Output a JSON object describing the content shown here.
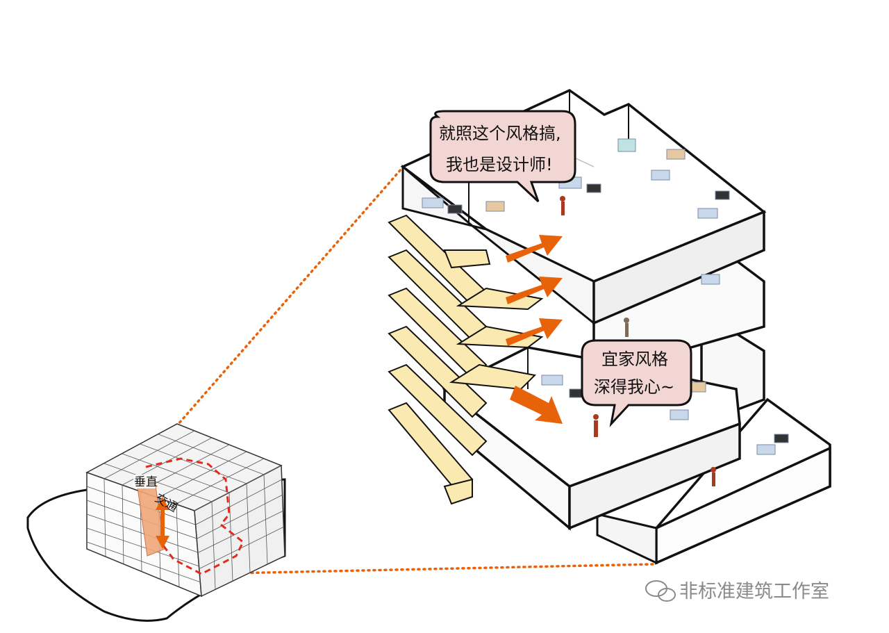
{
  "bubbles": {
    "top": {
      "line1": "就照这个风格搞,",
      "line2": "我也是设计师!"
    },
    "bottom": {
      "line1": "宜家风格",
      "line2": "深得我心~"
    }
  },
  "small_model": {
    "label_line1": "垂直",
    "label_line2": "交通"
  },
  "watermark": {
    "text": "非标准建筑工作室",
    "icon": "wechat-icon"
  },
  "colors": {
    "accent_orange": "#e8620a",
    "stair_yellow": "#fae9b0",
    "bubble_fill": "#f2d6d3",
    "circulation_red": "#e22b1f",
    "core_orange": "#f1a77a"
  }
}
